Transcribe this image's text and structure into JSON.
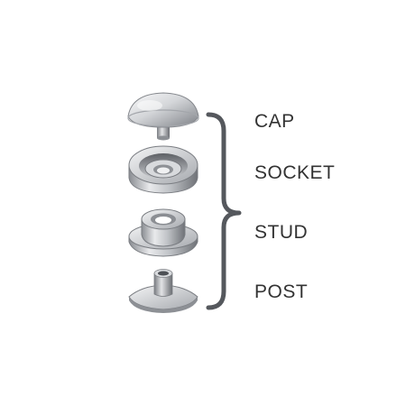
{
  "parts": {
    "cap": "CAP",
    "socket": "SOCKET",
    "stud": "STUD",
    "post": "POST"
  },
  "colors": {
    "metal_light": "#f2f3f5",
    "metal_mid": "#b8bbc0",
    "metal_dark": "#6d7075",
    "bracket": "#55585d",
    "label_text": "#333333"
  },
  "icons": {
    "cap": "snap-cap-icon",
    "socket": "snap-socket-icon",
    "stud": "snap-stud-icon",
    "post": "snap-post-icon",
    "bracket": "curly-brace-icon"
  }
}
